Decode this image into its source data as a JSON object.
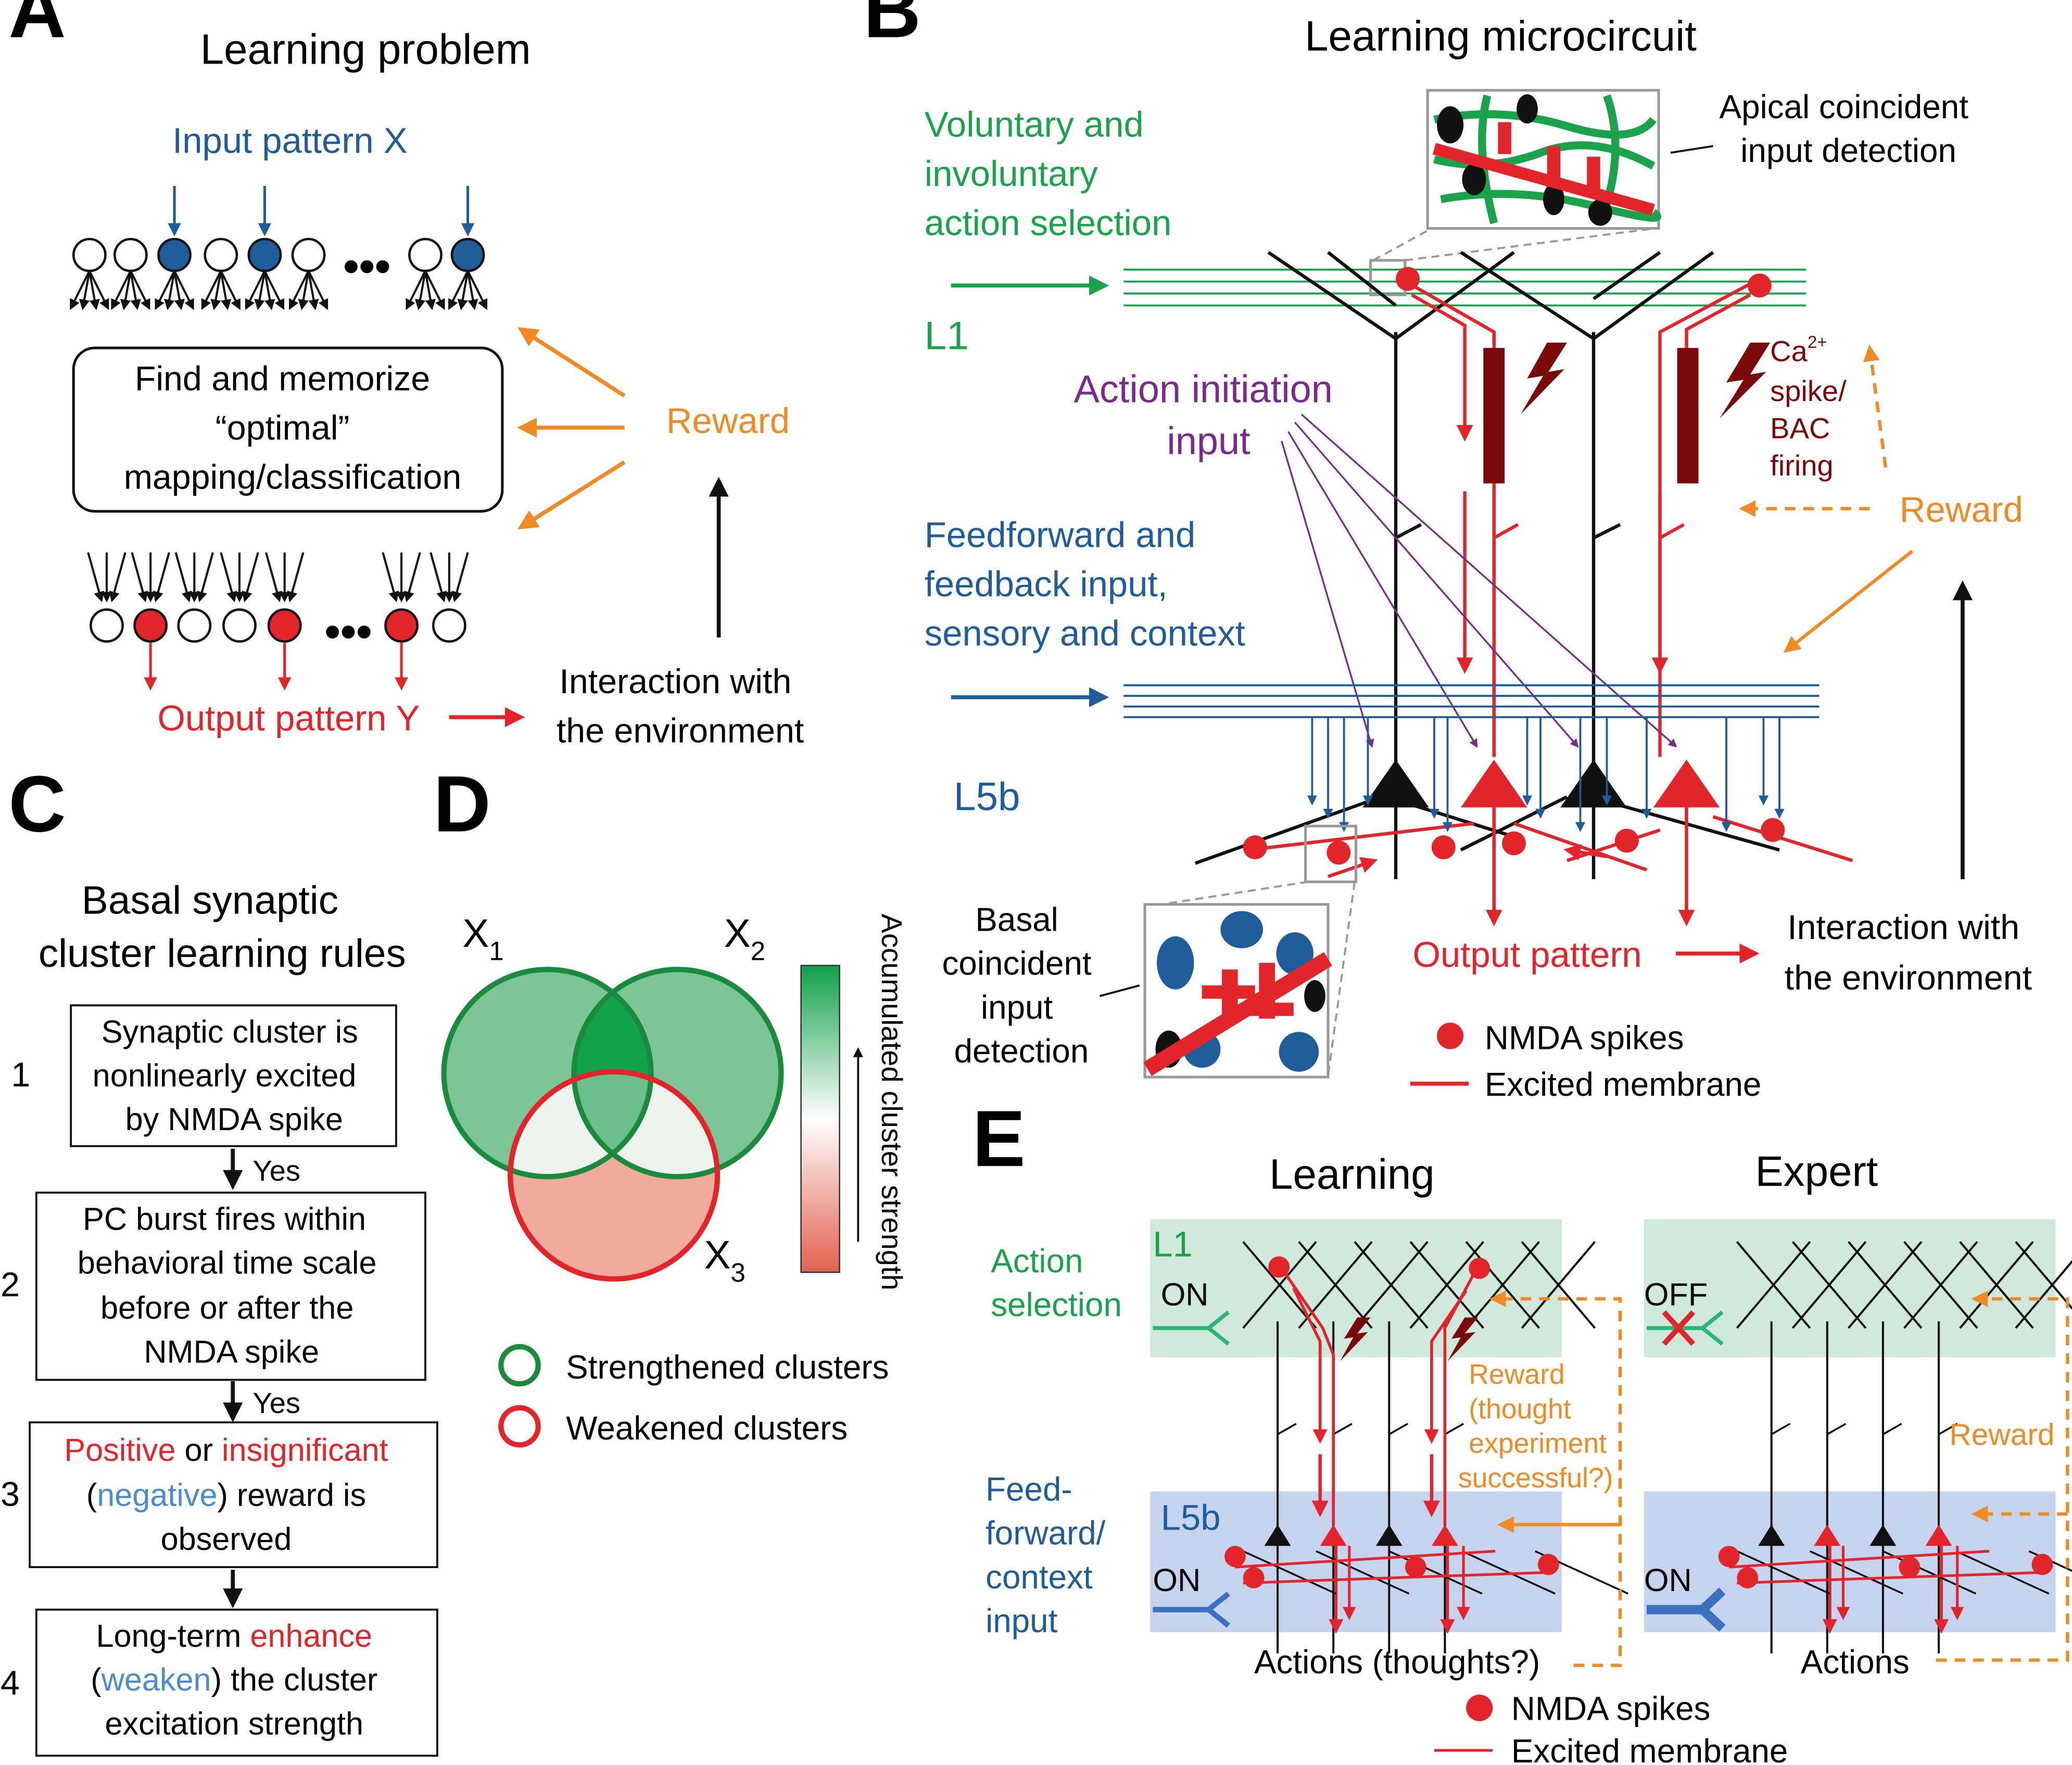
{
  "colors": {
    "black": "#111111",
    "blue": "#1f5c99",
    "red": "#e3242b",
    "green": "#1aa34a",
    "orange": "#f08a24",
    "purple": "#7a2a8c",
    "dark_red": "#7a0a0a",
    "l1_box": "#cfe9dc",
    "l5_box": "#c5d3ee"
  },
  "panel_a": {
    "letter": "A",
    "title": "Learning problem",
    "input_label": "Input pattern X",
    "box_lines": [
      "Find and memorize",
      "“optimal”",
      "mapping/classification"
    ],
    "reward": "Reward",
    "output_label": "Output pattern Y",
    "env_lines": [
      "Interaction with",
      "the environment"
    ],
    "dots": "•••"
  },
  "panel_b": {
    "letter": "B",
    "title": "Learning microcircuit",
    "voluntary_lines": [
      "Voluntary and",
      "involuntary",
      "action selection"
    ],
    "l1": "L1",
    "apical_lines": [
      "Apical coincident",
      "input detection"
    ],
    "action_init_lines": [
      "Action initiation",
      "input"
    ],
    "ca_line1": "Ca",
    "ca_sup": "2+",
    "ca_lines": [
      "spike/",
      "BAC",
      "firing"
    ],
    "reward": "Reward",
    "feed_lines": [
      "Feedforward and",
      "feedback input,",
      "sensory and context"
    ],
    "l5b": "L5b",
    "basal_lines": [
      "Basal",
      "coincident",
      "input",
      "detection"
    ],
    "output_pattern": "Output pattern",
    "env_lines": [
      "Interaction with",
      "the environment"
    ],
    "legend_nmda": "NMDA spikes",
    "legend_excited": "Excited membrane"
  },
  "panel_c": {
    "letter": "C",
    "title_lines": [
      "Basal synaptic",
      "cluster learning rules"
    ],
    "steps": [
      {
        "num": "1",
        "lines": [
          "Synaptic cluster is",
          "nonlinearly excited",
          "by NMDA spike"
        ]
      },
      {
        "num": "2",
        "lines": [
          "PC burst fires within",
          "behavioral time scale",
          "before or after the",
          "NMDA spike"
        ]
      },
      {
        "num": "3"
      },
      {
        "num": "4"
      }
    ],
    "yes": "Yes",
    "step3": {
      "positive": "Positive",
      "or": " or ",
      "insignificant": "insignificant",
      "open": "(",
      "negative": "negative",
      "close": ") reward is",
      "line2": "observed"
    },
    "step4": {
      "prefix": "Long-term ",
      "enhance": "enhance",
      "open": "(",
      "weaken": "weaken",
      "close": ") the cluster",
      "line2": "excitation strength"
    }
  },
  "panel_d": {
    "letter": "D",
    "x1": "X",
    "x1_sub": "1",
    "x2": "X",
    "x2_sub": "2",
    "x3": "X",
    "x3_sub": "3",
    "colorbar_label": "Accumulated cluster strength",
    "legend_strengthened": "Strengthened clusters",
    "legend_weakened": "Weakened clusters"
  },
  "panel_e": {
    "letter": "E",
    "learning_title": "Learning",
    "expert_title": "Expert",
    "action_selection_lines": [
      "Action",
      "selection"
    ],
    "feed_lines": [
      "Feed-",
      "forward/",
      "context",
      "input"
    ],
    "l1": "L1",
    "l5b": "L5b",
    "on": "ON",
    "off": "OFF",
    "reward_learning_lines": [
      "Reward",
      "(thought",
      "experiment",
      "successful?)"
    ],
    "reward_expert": "Reward",
    "actions_learning": "Actions (thoughts?)",
    "actions_expert": "Actions",
    "legend_nmda": "NMDA spikes",
    "legend_excited": "Excited membrane"
  }
}
